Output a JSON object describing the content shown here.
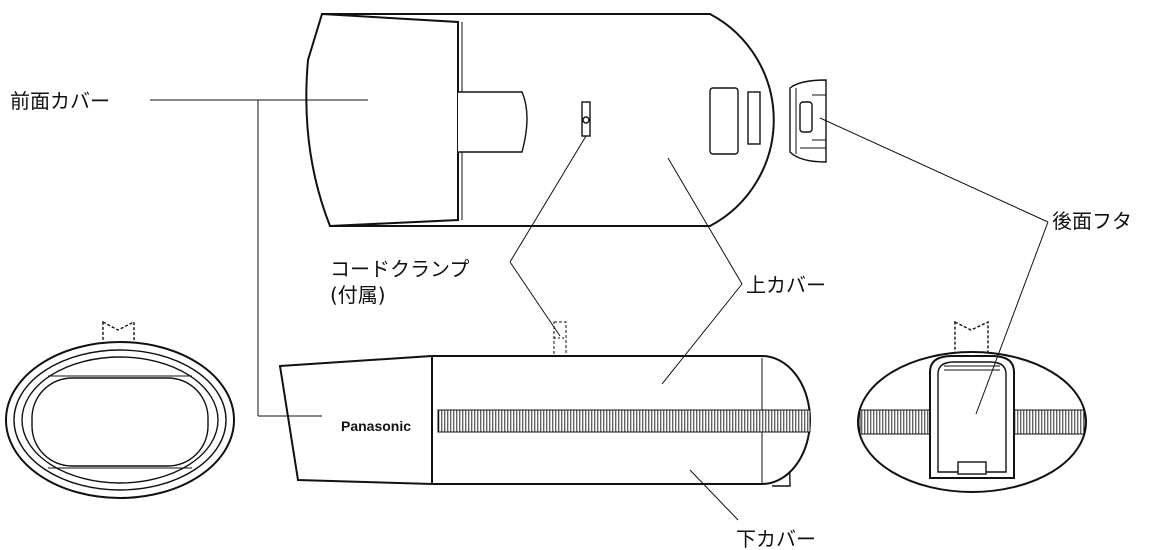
{
  "labels": {
    "front_cover": "前面カバー",
    "rear_lid": "後面フタ",
    "cord_clamp_line1": "コードクランプ",
    "cord_clamp_line2": "(付属)",
    "top_cover": "上カバー",
    "bottom_cover": "下カバー"
  },
  "brand": "Panasonic",
  "colors": {
    "line": "#111111",
    "background": "#ffffff"
  }
}
